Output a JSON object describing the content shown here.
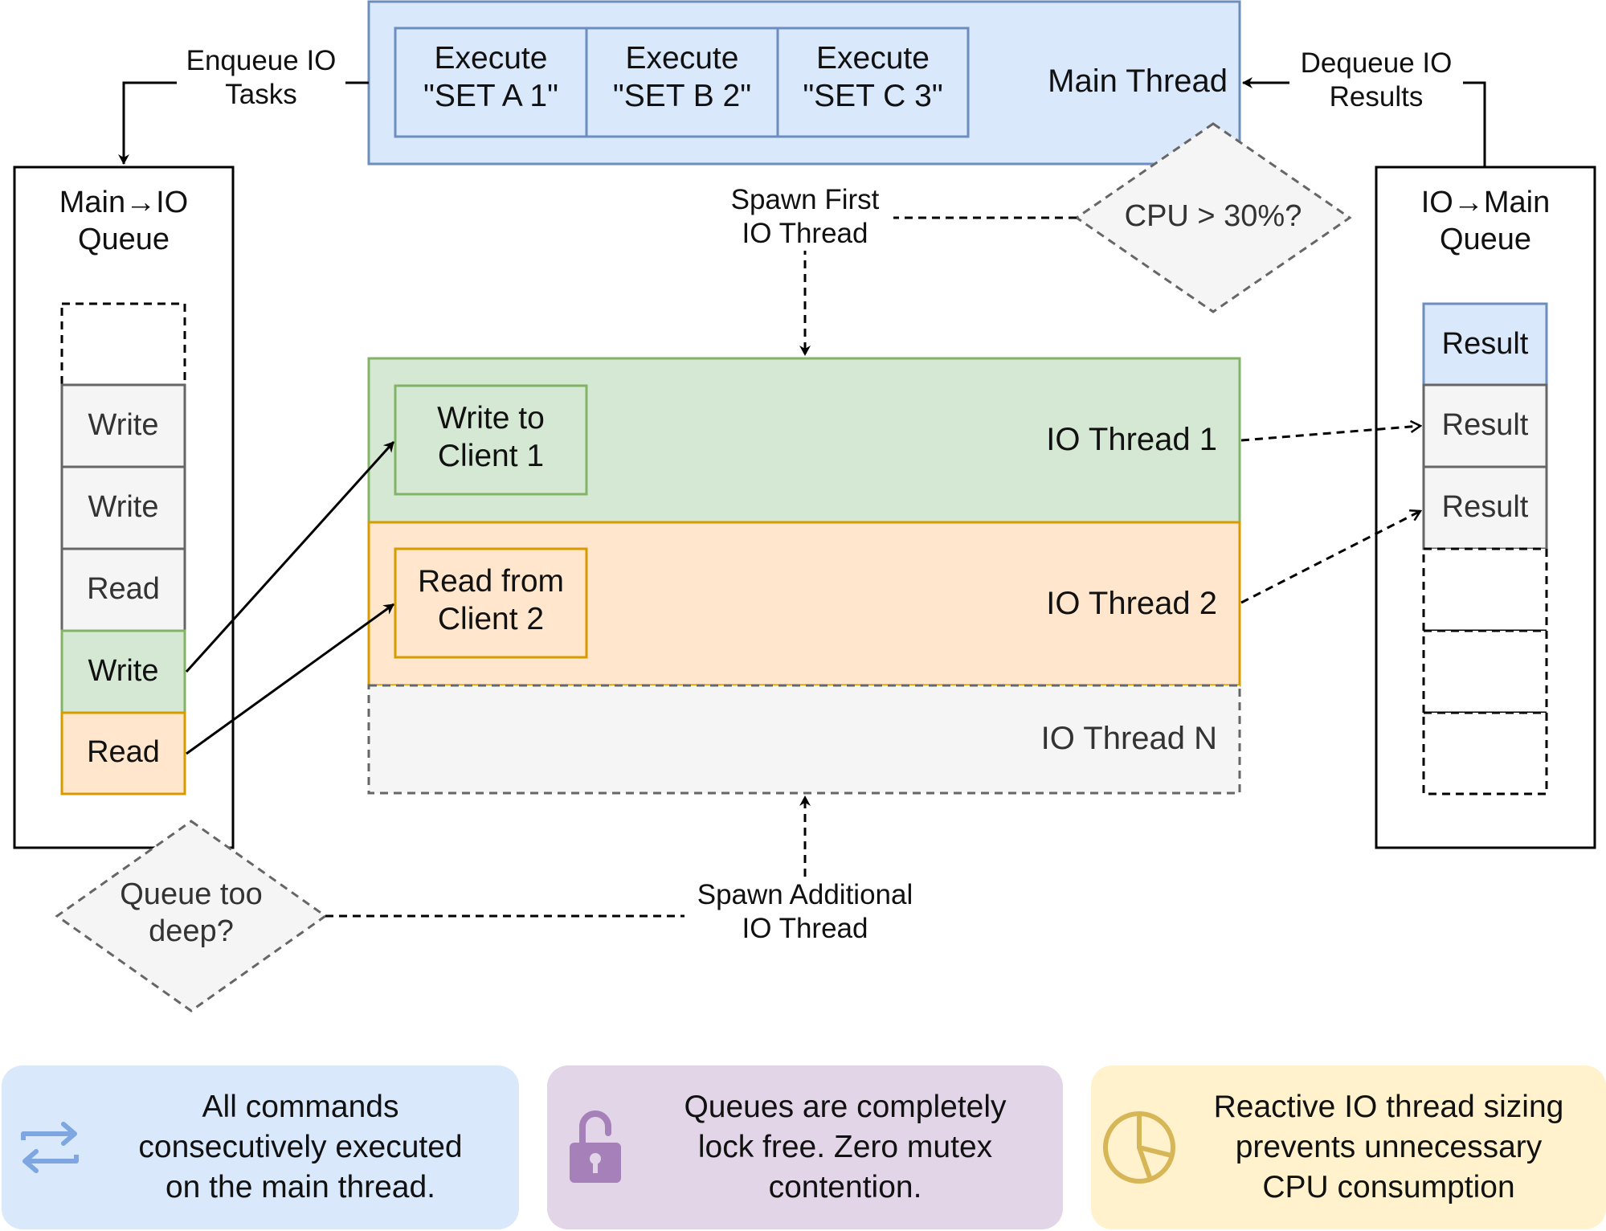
{
  "main_thread": {
    "label": "Main Thread",
    "execute_items": [
      "Execute\n\"SET A 1\"",
      "Execute\n\"SET B 2\"",
      "Execute\n\"SET C 3\""
    ]
  },
  "edges": {
    "enqueue": "Enqueue IO\nTasks",
    "dequeue": "Dequeue IO\nResults",
    "spawn_first": "Spawn First\nIO Thread",
    "spawn_additional": "Spawn Additional\nIO Thread"
  },
  "decisions": {
    "cpu": "CPU > 30%?",
    "queue_depth": "Queue too\ndeep?"
  },
  "main_io_queue": {
    "title": "Main→IO\nQueue",
    "items": [
      "Write",
      "Write",
      "Read",
      "Write",
      "Read"
    ]
  },
  "io_main_queue": {
    "title": "IO→Main\nQueue",
    "items": [
      "Result",
      "Result",
      "Result"
    ]
  },
  "io_threads": [
    {
      "label": "IO Thread 1",
      "task": "Write to\nClient 1"
    },
    {
      "label": "IO Thread 2",
      "task": "Read from\nClient 2"
    },
    {
      "label": "IO Thread N"
    }
  ],
  "features": [
    {
      "icon": "swap-arrows-icon",
      "text": "All commands\nconsecutively executed\non the main thread."
    },
    {
      "icon": "unlocked-padlock-icon",
      "text": "Queues are completely\nlock free. Zero mutex\ncontention."
    },
    {
      "icon": "pie-chart-icon",
      "text": "Reactive IO thread sizing\nprevents unnecessary\nCPU consumption"
    }
  ],
  "colors": {
    "blue_fill": "#dae8fc",
    "blue_stroke": "#6c8ebf",
    "green_fill": "#d5e8d4",
    "green_stroke": "#82b366",
    "orange_fill": "#ffe6cc",
    "orange_stroke": "#d79b00",
    "grey_fill": "#f5f5f5",
    "grey_stroke": "#666666",
    "purple_fill": "#e1d5e7",
    "purple_icon": "#a680b8",
    "yellow_fill": "#fff2cc",
    "yellow_icon": "#d6b656",
    "blue_icon": "#7ea6e0"
  }
}
